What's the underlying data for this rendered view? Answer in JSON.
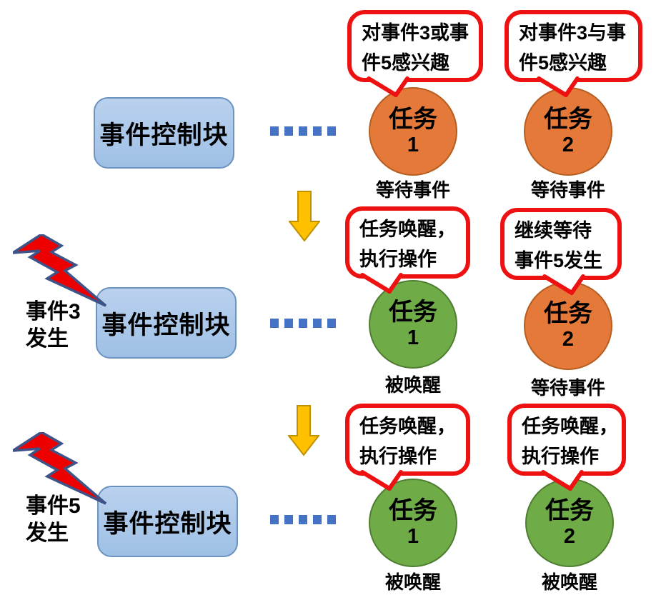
{
  "diagram_title": "event-control-block-wakeup-flow",
  "colors": {
    "task_waiting_fill": "#E5793A",
    "task_waiting_border": "#B55E20",
    "task_awake_fill": "#6FAC47",
    "task_awake_border": "#4F7D33",
    "ecb_fill": "#AECBEA",
    "ecb_border": "#6C92C0",
    "bubble_border": "#EE1111",
    "arrow_fill": "#FFC000",
    "arrow_border": "#BF9000",
    "link_dot": "#4472C4",
    "lightning_fill": "#EE0000",
    "lightning_border": "#3E5387",
    "text": "#000000"
  },
  "rows": [
    {
      "ecb_label": "事件控制块",
      "tasks": [
        {
          "name": "任务",
          "number": "1",
          "state": "waiting",
          "bubble": [
            "对事件3或事",
            "件5感兴趣"
          ],
          "status": "等待事件"
        },
        {
          "name": "任务",
          "number": "2",
          "state": "waiting",
          "bubble": [
            "对事件3与事",
            "件5感兴趣"
          ],
          "status": "等待事件"
        }
      ]
    },
    {
      "ecb_label": "事件控制块",
      "event": {
        "line1": "事件3",
        "line2": "发生"
      },
      "tasks": [
        {
          "name": "任务",
          "number": "1",
          "state": "awake",
          "bubble": [
            "任务唤醒，",
            "执行操作"
          ],
          "status": "被唤醒"
        },
        {
          "name": "任务",
          "number": "2",
          "state": "waiting",
          "bubble": [
            "继续等待",
            "事件5发生"
          ],
          "status": "等待事件"
        }
      ]
    },
    {
      "ecb_label": "事件控制块",
      "event": {
        "line1": "事件5",
        "line2": "发生"
      },
      "tasks": [
        {
          "name": "任务",
          "number": "1",
          "state": "awake",
          "bubble": [
            "任务唤醒，",
            "执行操作"
          ],
          "status": "被唤醒"
        },
        {
          "name": "任务",
          "number": "2",
          "state": "awake",
          "bubble": [
            "任务唤醒，",
            "执行操作"
          ],
          "status": "被唤醒"
        }
      ]
    }
  ]
}
